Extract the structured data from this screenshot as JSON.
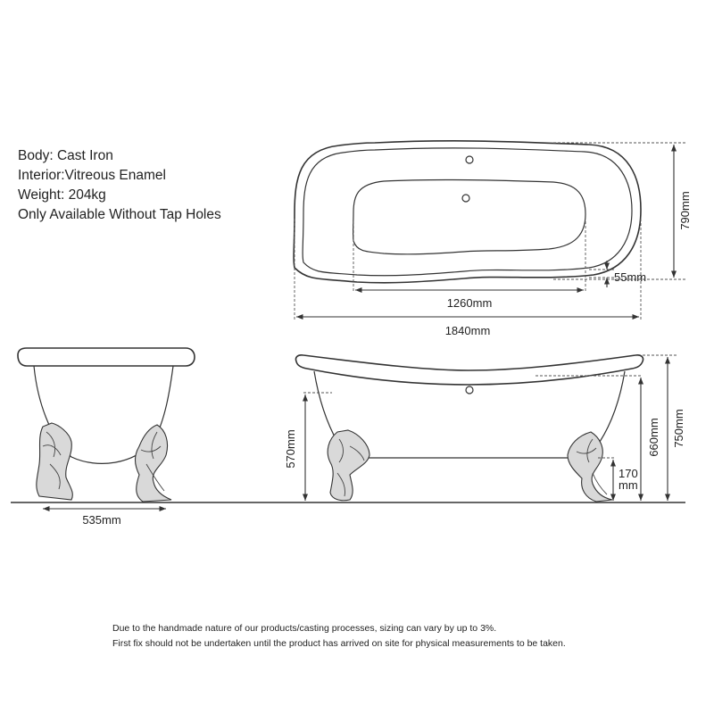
{
  "specs": {
    "body": "Body: Cast Iron",
    "interior": "Interior:Vitreous Enamel",
    "weight": "Weight: 204kg",
    "availability": "Only Available Without Tap Holes"
  },
  "dimensions": {
    "inner_length": "1260mm",
    "outer_length": "1840mm",
    "width": "790mm",
    "rim": "55mm",
    "end_width": "535mm",
    "rim_height_left": "570mm",
    "height_660": "660mm",
    "height_750": "750mm",
    "foot_170_a": "170",
    "foot_170_b": "mm"
  },
  "notes": {
    "line1": "Due to the handmade nature of our products/casting processes, sizing can vary by up to 3%.",
    "line2": "First fix should not be undertaken until the product has arrived on site for physical measurements to be taken."
  },
  "colors": {
    "line": "#333333",
    "foot_fill": "#d9d9d9"
  }
}
